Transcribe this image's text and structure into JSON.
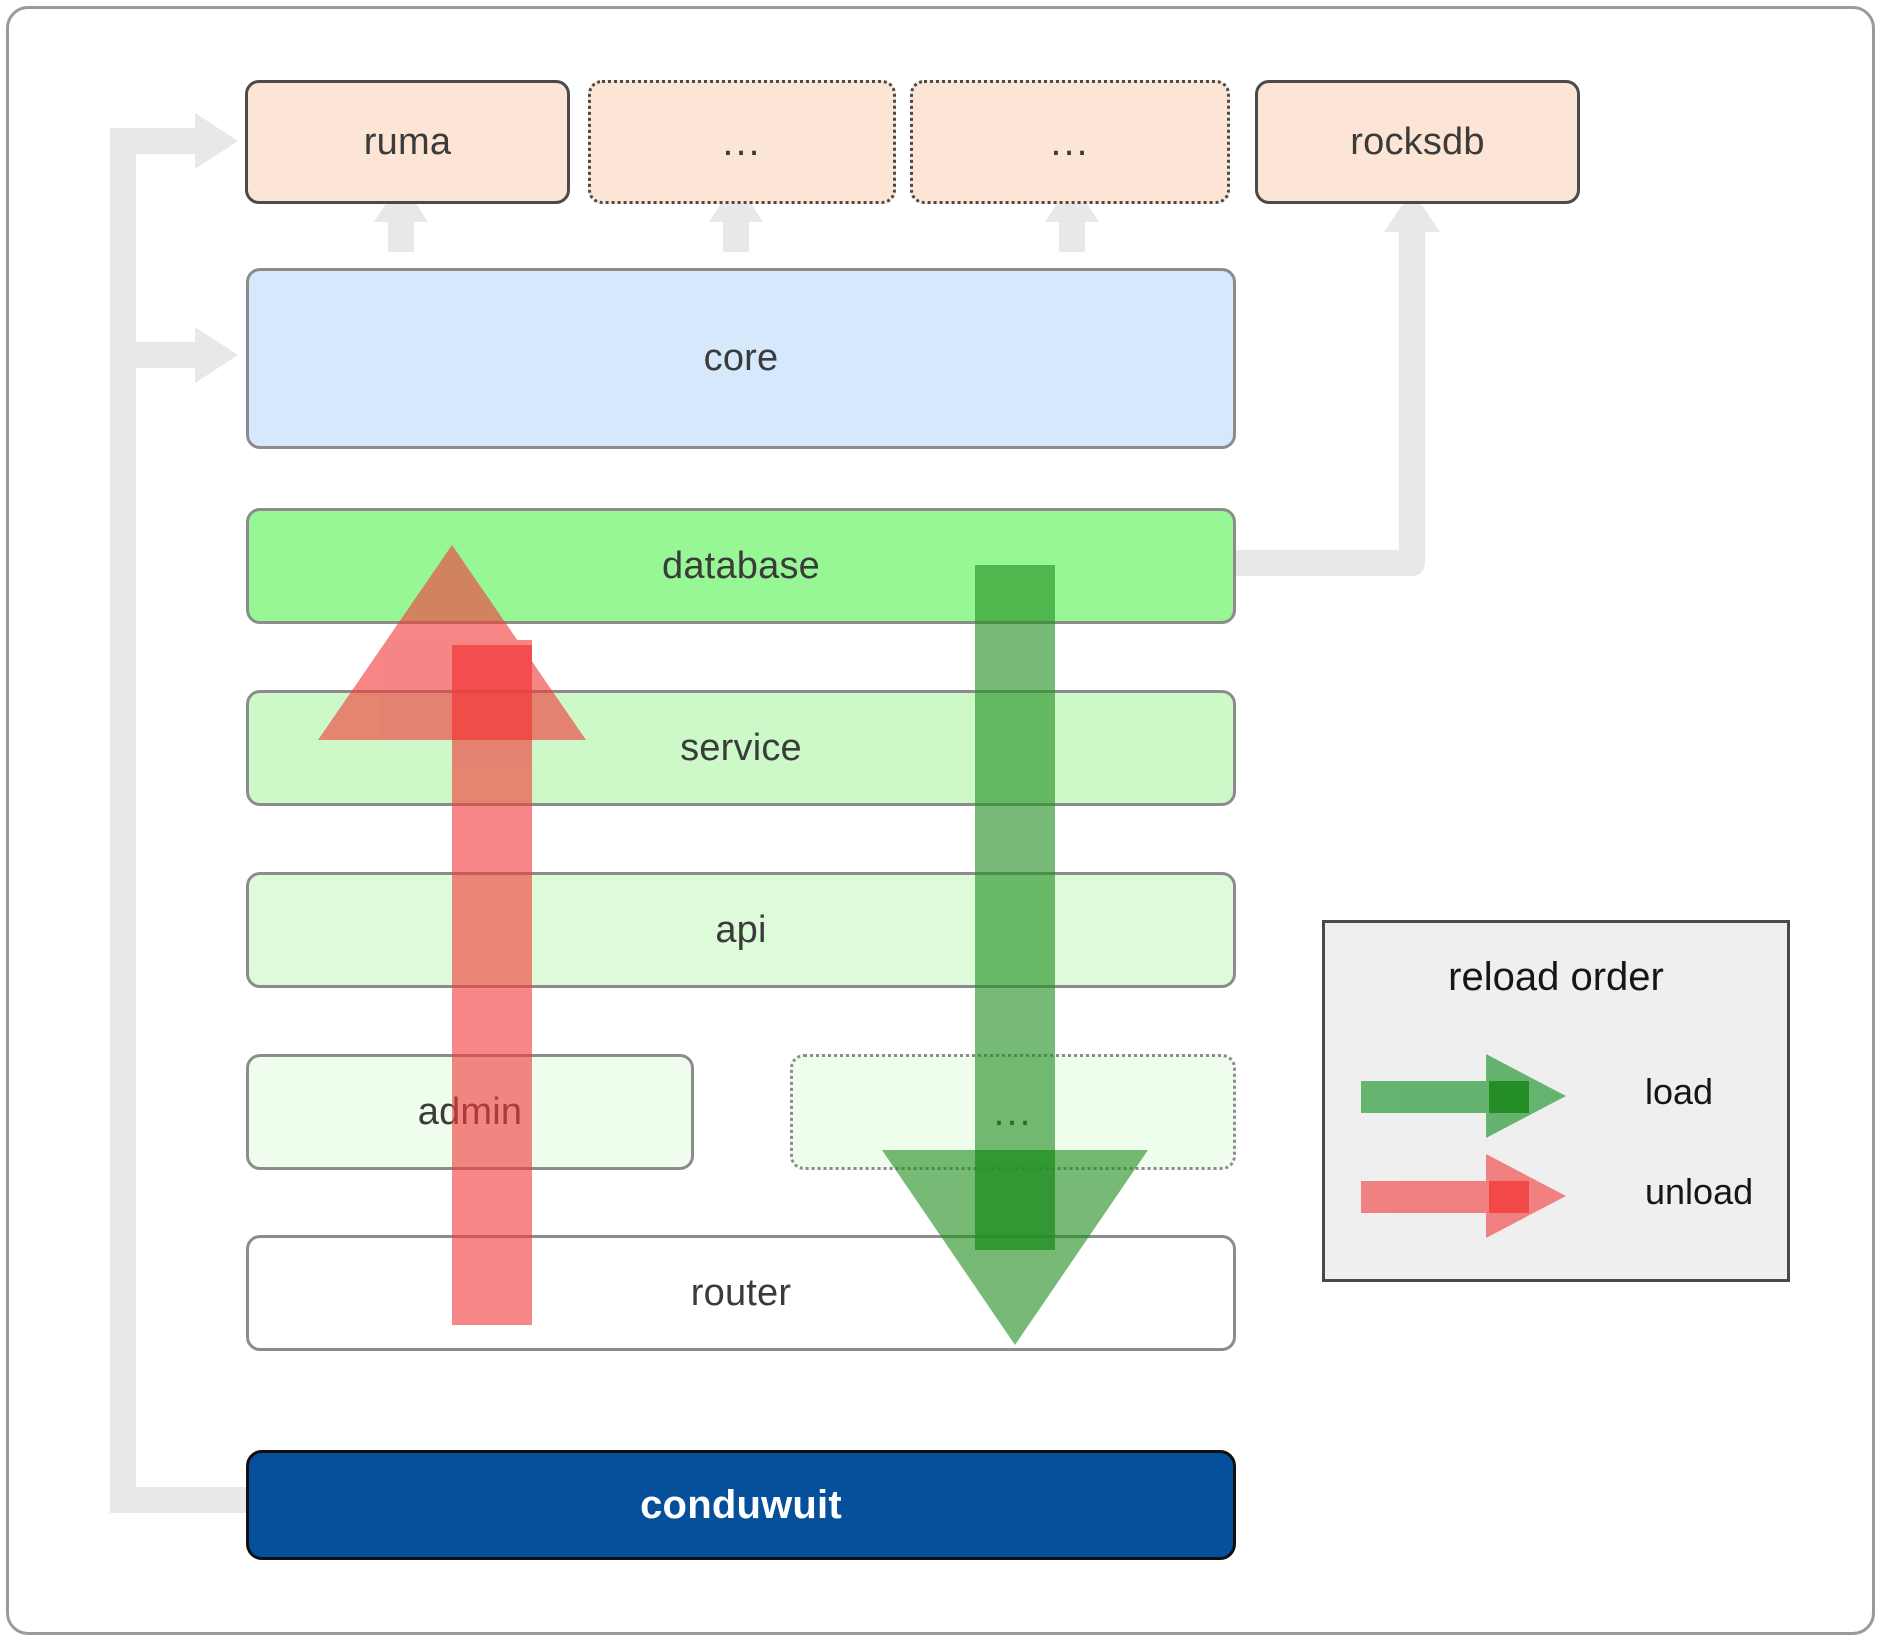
{
  "diagram": {
    "title": "conduwuit crate dependency / reload order diagram",
    "libraries": [
      {
        "id": "ruma",
        "label": "ruma",
        "style": "solid",
        "color": "#fce5d5"
      },
      {
        "id": "lib-dots-1",
        "label": "...",
        "style": "dotted",
        "color": "#fce5d5"
      },
      {
        "id": "lib-dots-2",
        "label": "...",
        "style": "dotted",
        "color": "#fce5d5"
      },
      {
        "id": "rocksdb",
        "label": "rocksdb",
        "style": "solid",
        "color": "#fce5d5"
      }
    ],
    "layers": [
      {
        "id": "core",
        "label": "core",
        "style": "solid",
        "color": "#d6e8fb"
      },
      {
        "id": "database",
        "label": "database",
        "style": "solid",
        "color": "#98f795"
      },
      {
        "id": "service",
        "label": "service",
        "style": "solid",
        "color": "#ccf9c7"
      },
      {
        "id": "api",
        "label": "api",
        "style": "solid",
        "color": "#ddfbd9"
      },
      {
        "id": "admin",
        "label": "admin",
        "style": "solid",
        "color": "#effdec"
      },
      {
        "id": "layer-dots",
        "label": "...",
        "style": "dotted",
        "color": "#effdec"
      },
      {
        "id": "router",
        "label": "router",
        "style": "solid",
        "color": "#ffffff"
      }
    ],
    "root": {
      "id": "conduwuit",
      "label": "conduwuit",
      "color": "#054f9b",
      "text_color": "#ffffff"
    },
    "legend": {
      "title": "reload order",
      "entries": [
        {
          "id": "load",
          "label": "load",
          "color": "#57ab5a",
          "head_color": "#2f9e3f"
        },
        {
          "id": "unload",
          "label": "unload",
          "color": "#f98b8b",
          "head_color": "#fb5c5c"
        }
      ]
    },
    "flows": {
      "load_direction": "down",
      "unload_direction": "up",
      "load_color": "#4aa14f",
      "unload_color": "#f56868",
      "connector_color": "#e8e8e8"
    }
  }
}
